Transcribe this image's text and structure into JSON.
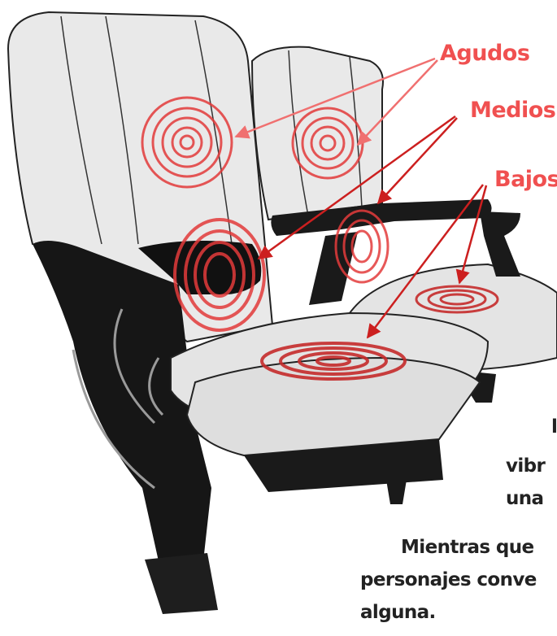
{
  "labels": {
    "treble": "Agudos",
    "mid": "Medios",
    "bass": "Bajos"
  },
  "text_lines": [
    "l",
    "vibr",
    "una",
    "Mientras que",
    "personajes conve",
    "alguna."
  ],
  "colors": {
    "label": "#f05050",
    "rings": "#e33b3b",
    "seat_fabric": "#e9e9e9",
    "frame": "#1a1a1a",
    "text": "#222222"
  }
}
